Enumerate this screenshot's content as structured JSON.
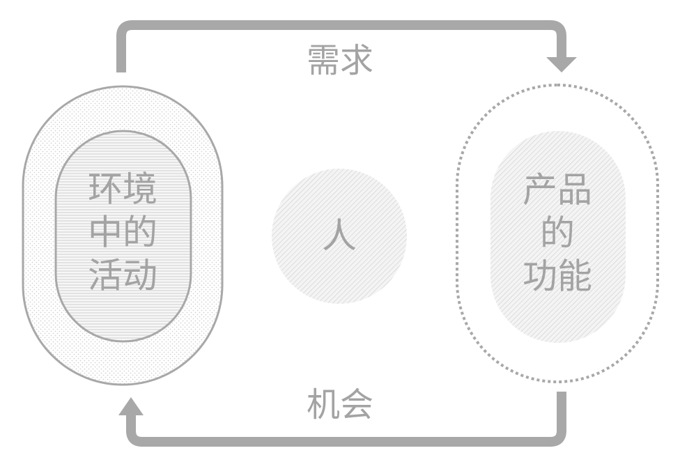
{
  "diagram": {
    "top_arrow": {
      "label": "需求"
    },
    "bottom_arrow": {
      "label": "机会"
    },
    "left_node": {
      "lines": [
        "环境",
        "中的",
        "活动"
      ]
    },
    "center_node": {
      "label": "人"
    },
    "right_node": {
      "lines": [
        "产品",
        "的",
        "功能"
      ]
    }
  },
  "colors": {
    "stroke": "#a8a8a8",
    "text": "#a3a3a3",
    "fill_light": "#f4f4f4"
  }
}
